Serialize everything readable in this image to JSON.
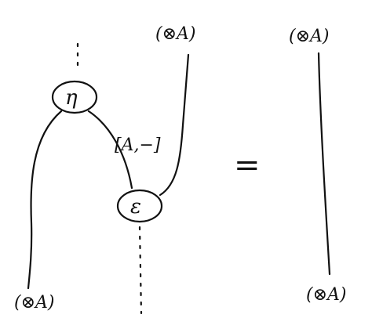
{
  "diagram": {
    "left_side": {
      "top_right_object": "(⊗A)",
      "bottom_left_object": "(⊗A)",
      "eta_node": "η",
      "epsilon_node": "ε",
      "edge_label": "[A,−]"
    },
    "equals_sign": "=",
    "right_side": {
      "top_object": "(⊗A)",
      "bottom_object": "(⊗A)"
    }
  }
}
